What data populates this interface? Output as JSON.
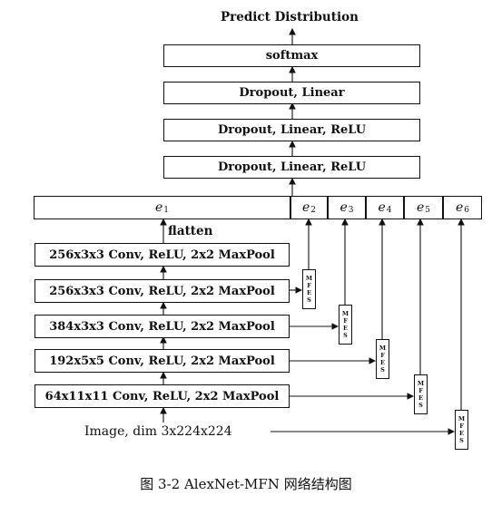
{
  "diagram": {
    "output_label": "Predict Distribution",
    "classifier_layers": [
      "softmax",
      "Dropout, Linear",
      "Dropout, Linear, ReLU",
      "Dropout, Linear, ReLU"
    ],
    "feature_cells": {
      "main": {
        "letter": "e",
        "sub": "1"
      },
      "branches": [
        {
          "letter": "e",
          "sub": "2"
        },
        {
          "letter": "e",
          "sub": "3"
        },
        {
          "letter": "e",
          "sub": "4"
        },
        {
          "letter": "e",
          "sub": "5"
        },
        {
          "letter": "e",
          "sub": "6"
        }
      ]
    },
    "flatten_label": "flatten",
    "conv_layers": [
      "256x3x3 Conv, ReLU, 2x2 MaxPool",
      "256x3x3 Conv, ReLU, 2x2 MaxPool",
      "384x3x3 Conv, ReLU, 2x2 MaxPool",
      "192x5x5 Conv, ReLU, 2x2 MaxPool",
      "64x11x11 Conv, ReLU, 2x2 MaxPool"
    ],
    "input_label": "Image, dim 3x224x224",
    "mfes_letters": [
      "M",
      "F",
      "E",
      "S"
    ]
  },
  "caption": "图 3-2 AlexNet-MFN 网络结构图"
}
